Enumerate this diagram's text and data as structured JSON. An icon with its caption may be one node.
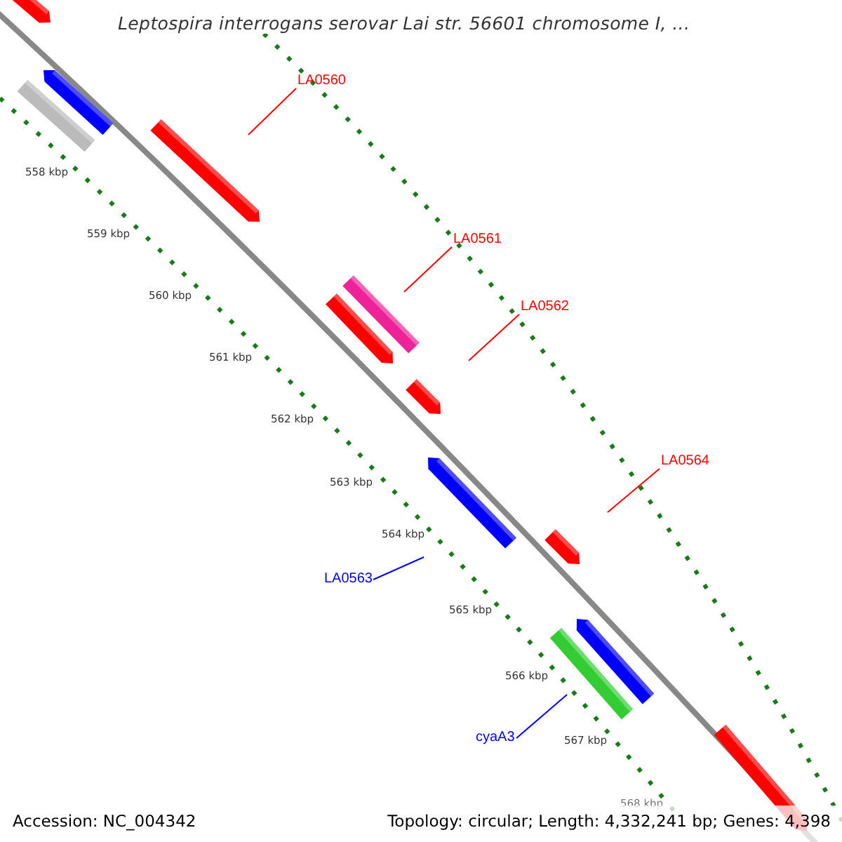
{
  "diagram": {
    "title": "Leptospira interrogans serovar Lai str. 56601 chromosome I, ...",
    "nodes": [
      {
        "text": [
          "LA0560"
        ]
      },
      {
        "text": [
          "LA0561"
        ]
      },
      {
        "text": [
          "LA0562"
        ]
      },
      {
        "text": [
          "LA0564"
        ]
      },
      {
        "text": [
          "LA0563"
        ]
      },
      {
        "text": [
          "cyaA3"
        ]
      }
    ],
    "edges": [
      {
        "from": 0,
        "to": null,
        "arrow": "none"
      },
      {
        "from": 1,
        "to": null,
        "arrow": "none"
      },
      {
        "from": 2,
        "to": null,
        "arrow": "none"
      },
      {
        "from": 3,
        "to": null,
        "arrow": "none"
      },
      {
        "from": 4,
        "to": null,
        "arrow": "none",
        "color": "#0000ff"
      },
      {
        "from": 5,
        "to": null,
        "arrow": "none",
        "color": "#0000ff"
      }
    ],
    "labels": [
      "558 kbp",
      "559 kbp",
      "560 kbp",
      "561 kbp",
      "562 kbp",
      "563 kbp",
      "564 kbp",
      "565 kbp",
      "566 kbp",
      "567 kbp",
      "568 kbp",
      "Accession: NC_004342",
      "Topology: circular; Length: 4,332,241 bp; Genes: 4,398"
    ]
  }
}
